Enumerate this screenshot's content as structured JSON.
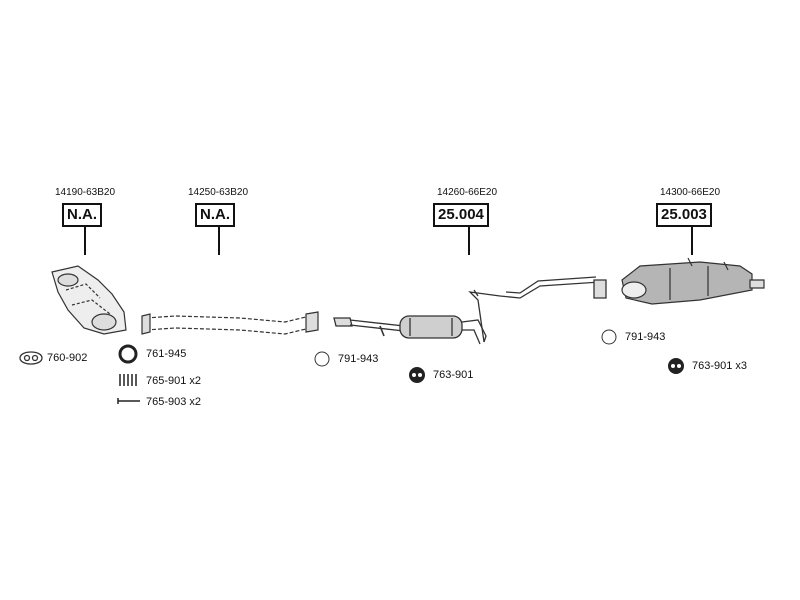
{
  "parts": [
    {
      "ref": "14190-63B20",
      "code": "N.A."
    },
    {
      "ref": "14250-63B20",
      "code": "N.A."
    },
    {
      "ref": "14260-66E20",
      "code": "25.004"
    },
    {
      "ref": "14300-66E20",
      "code": "25.003"
    }
  ],
  "accessories": [
    {
      "label": "760-902",
      "icon": "gasket-icon"
    },
    {
      "label": "761-945",
      "icon": "ring-icon"
    },
    {
      "label": "765-901 x2",
      "icon": "spring-icon"
    },
    {
      "label": "765-903 x2",
      "icon": "bolt-icon"
    },
    {
      "label": "791-943",
      "icon": "ring-icon"
    },
    {
      "label": "763-901",
      "icon": "rubber-hanger-icon"
    },
    {
      "label": "791-943",
      "icon": "ring-icon"
    },
    {
      "label": "763-901 x3",
      "icon": "rubber-hanger-icon"
    }
  ]
}
